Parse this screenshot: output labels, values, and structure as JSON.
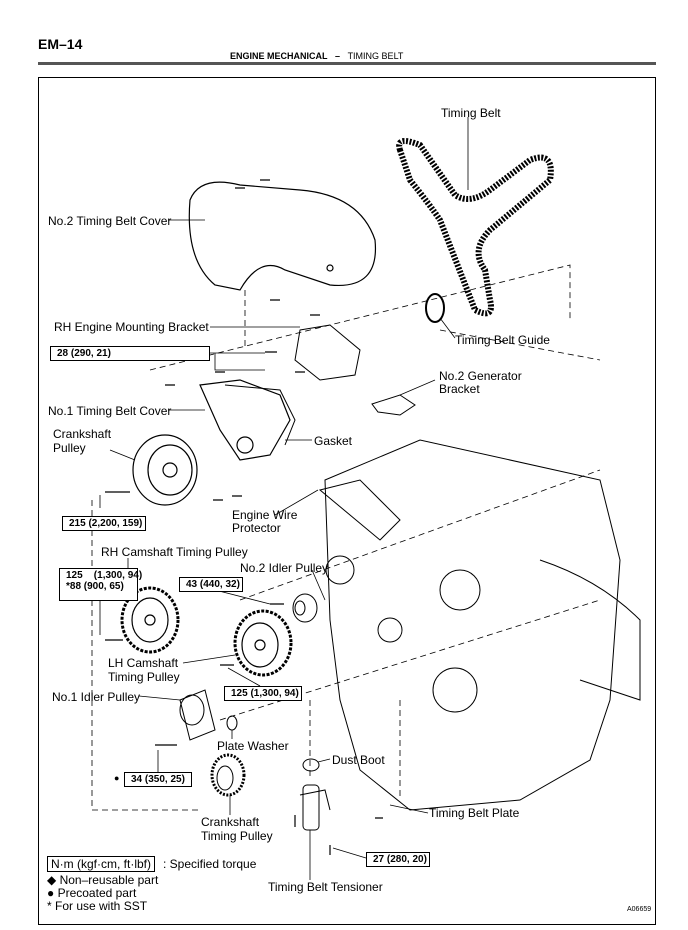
{
  "header": {
    "page_number": "EM–14",
    "section": "ENGINE MECHANICAL",
    "separator": "–",
    "subsection": "TIMING BELT"
  },
  "labels": {
    "timing_belt": "Timing Belt",
    "no2_cover": "No.2 Timing Belt Cover",
    "rh_bracket": "RH Engine Mounting Bracket",
    "belt_guide": "Timing Belt Guide",
    "gen_bracket_1": "No.2 Generator",
    "gen_bracket_2": "Bracket",
    "no1_cover": "No.1 Timing Belt Cover",
    "crank_pulley_1": "Crankshaft",
    "crank_pulley_2": "Pulley",
    "gasket": "Gasket",
    "wire_prot_1": "Engine Wire",
    "wire_prot_2": "Protector",
    "rh_cam": "RH Camshaft Timing Pulley",
    "no2_idler": "No.2 Idler Pulley",
    "lh_cam_1": "LH Camshaft",
    "lh_cam_2": "Timing Pulley",
    "no1_idler": "No.1 Idler Pulley",
    "plate_washer": "Plate Washer",
    "dust_boot": "Dust Boot",
    "belt_plate": "Timing Belt Plate",
    "crank_tp_1": "Crankshaft",
    "crank_tp_2": "Timing Pulley",
    "tensioner": "Timing Belt Tensioner"
  },
  "torques": {
    "t28": "28 (290, 21)",
    "t215": "215 (2,200, 159)",
    "t125a_1": "125    (1,300, 94)",
    "t125a_2": "*88 (900, 65)",
    "t43": "43 (440, 32)",
    "t125b": "125 (1,300, 94)",
    "t34": "34 (350, 25)",
    "t34_mark": "●",
    "t27": "27 (280, 20)"
  },
  "legend": {
    "unit": "N·m (kgf·cm, ft·lbf)",
    "unit_desc": ": Specified torque",
    "non_reusable": "◆ Non–reusable part",
    "precoated": "●  Precoated part",
    "sst": "* For use with SST"
  },
  "figure_code": "A06659"
}
